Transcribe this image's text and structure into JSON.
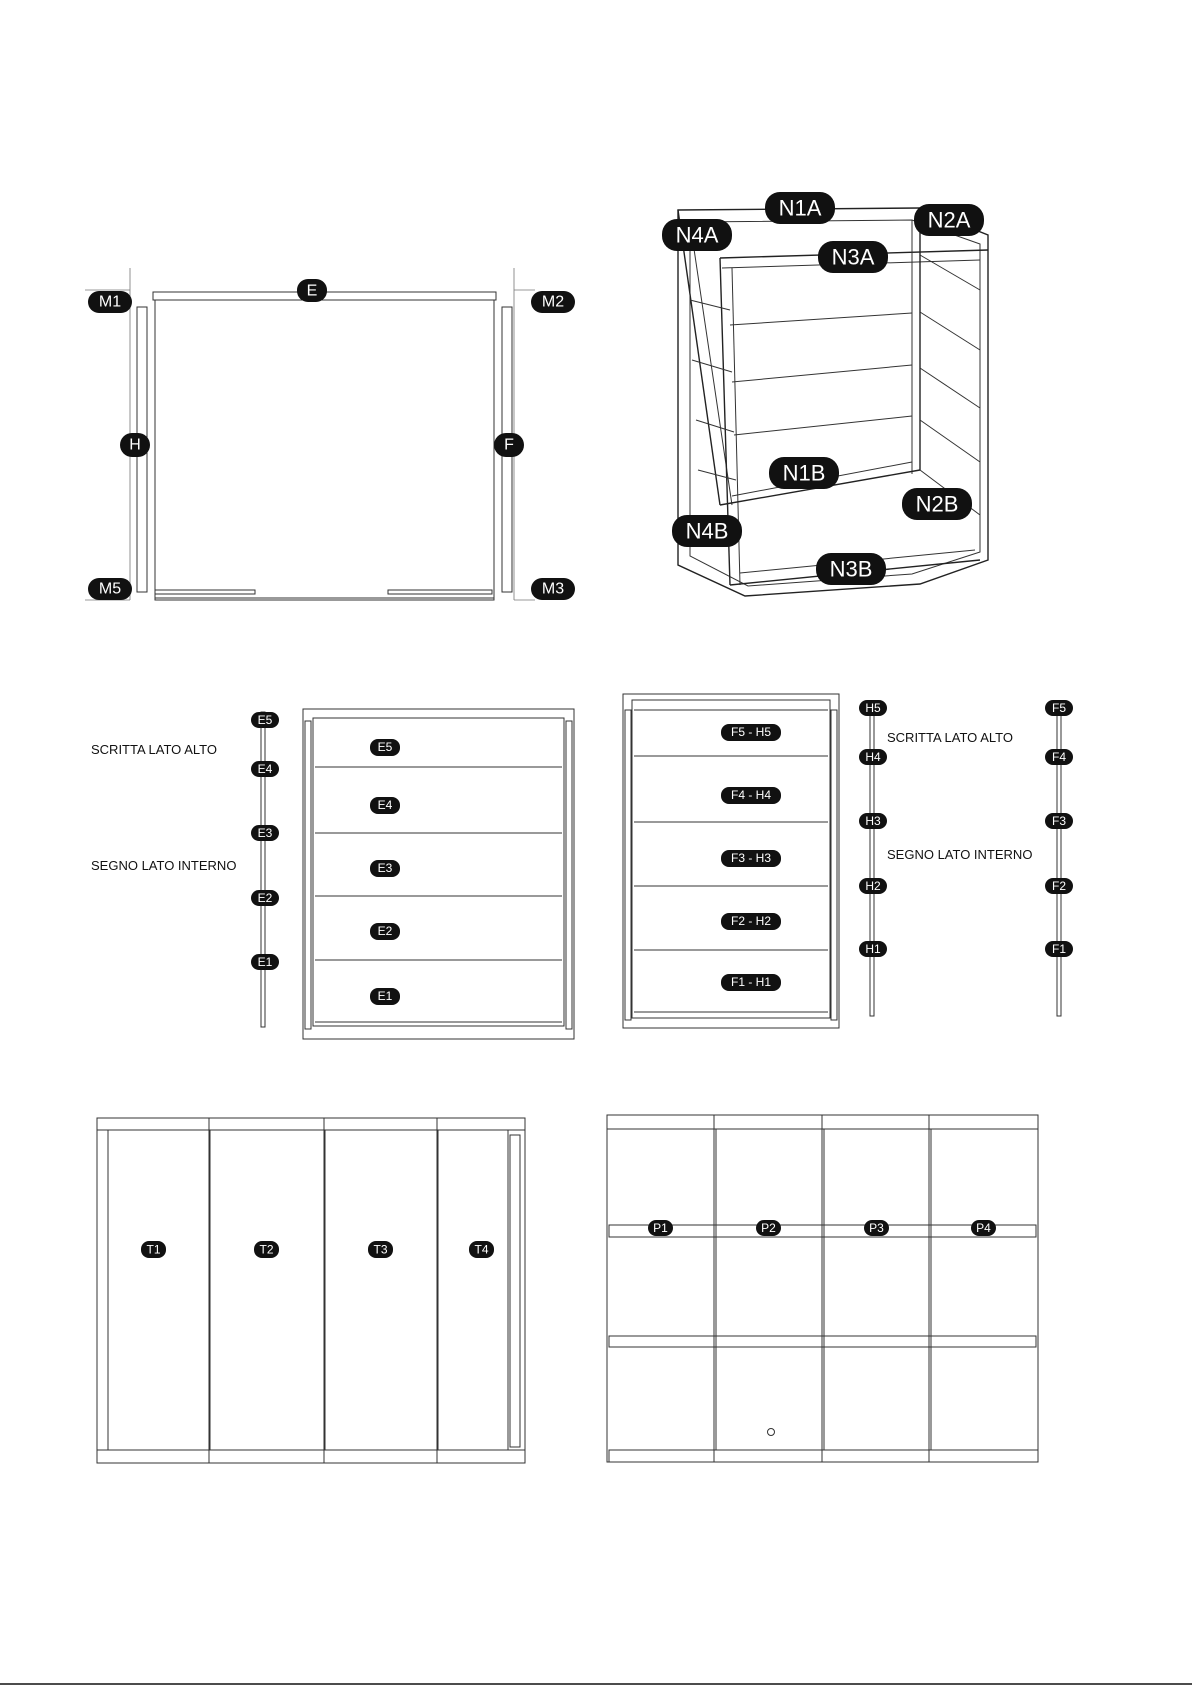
{
  "figure1": {
    "labels": [
      "E",
      "M1",
      "M2",
      "H",
      "F",
      "M5",
      "M3"
    ]
  },
  "figure2": {
    "labels": [
      "N1A",
      "N2A",
      "N4A",
      "N3A",
      "N1B",
      "N2B",
      "N4B",
      "N3B"
    ]
  },
  "figure3": {
    "note_top": "SCRITTA LATO ALTO",
    "note_inner": "SEGNO LATO INTERNO",
    "rod_labels": [
      "E5",
      "E4",
      "E3",
      "E2",
      "E1"
    ],
    "panel_labels": [
      "E5",
      "E4",
      "E3",
      "E2",
      "E1"
    ]
  },
  "figure4": {
    "note_top": "SCRITTA LATO ALTO",
    "note_inner": "SEGNO LATO INTERNO",
    "panel_labels": [
      "F5 - H5",
      "F4 - H4",
      "F3 - H3",
      "F2 - H2",
      "F1 - H1"
    ],
    "rod_h_labels": [
      "H5",
      "H4",
      "H3",
      "H2",
      "H1"
    ],
    "rod_f_labels": [
      "F5",
      "F4",
      "F3",
      "F2",
      "F1"
    ]
  },
  "figure5": {
    "labels": [
      "T1",
      "T2",
      "T3",
      "T4"
    ]
  },
  "figure6": {
    "labels": [
      "P1",
      "P2",
      "P3",
      "P4"
    ]
  }
}
